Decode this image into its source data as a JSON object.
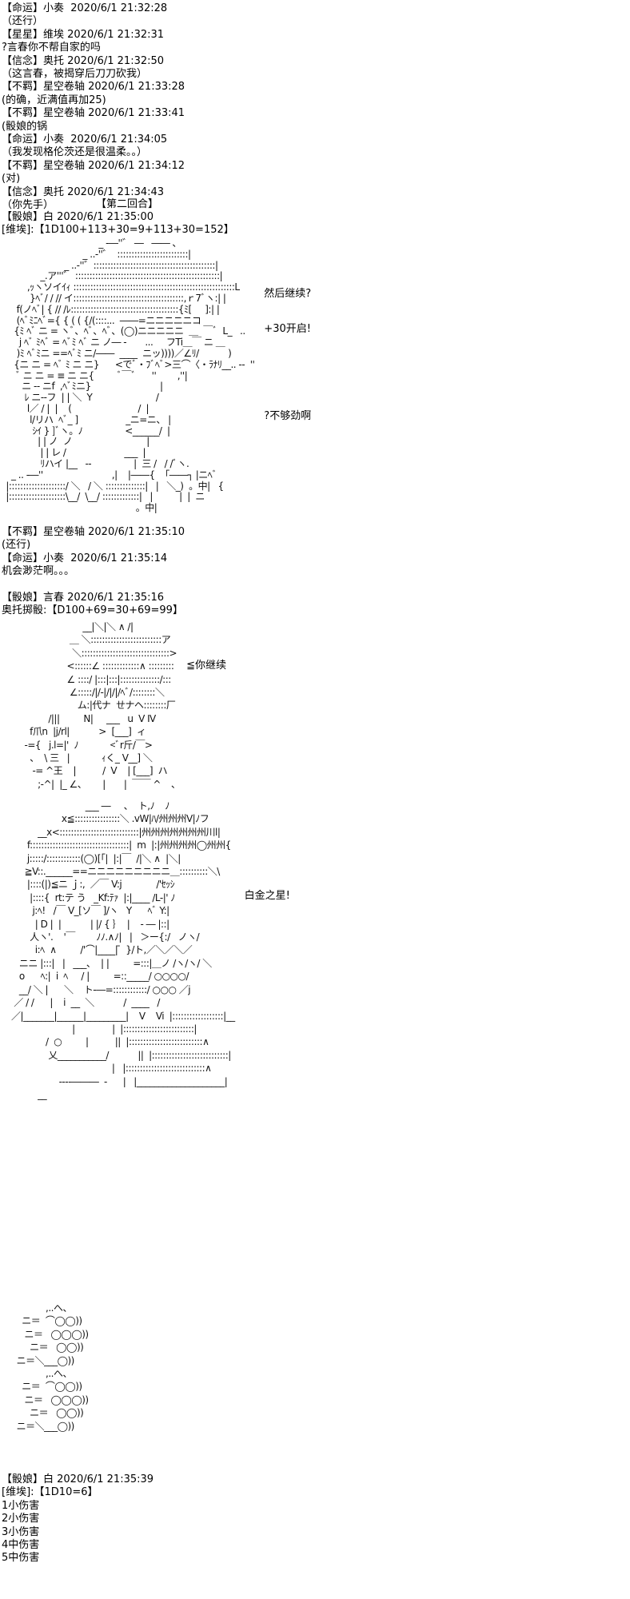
{
  "chat1": [
    "【命运】小奏  2020/6/1 21:32:28",
    "（还行）",
    "【星星】维埃 2020/6/1 21:32:31",
    "?言春你不帮自家的吗",
    "【信念】奥托 2020/6/1 21:32:50",
    "（这言春，被揭穿后刀刀砍我）",
    "【不羁】星空卷轴 2020/6/1 21:33:28",
    "(的确，近满值再加25)",
    "【不羁】星空卷轴 2020/6/1 21:33:41",
    "(骰娘的锅",
    "【命运】小奏  2020/6/1 21:34:05",
    "（我发现格伦茨还是很温柔。。）",
    "【不羁】星空卷轴 2020/6/1 21:34:12",
    "(对)",
    "【信念】奥托 2020/6/1 21:34:43",
    "（你先手）"
  ],
  "round_title": "【第二回合】",
  "roll1": [
    "【骰娘】白 2020/6/1 21:35:00",
    "[维埃]:【1D100+113+30=9+113+30=152】"
  ],
  "art1": {
    "lines": [
      "                                    _ -―''゛ ―   ―― ､",
      "                              _ ..-''゛  :::::::::::::::::::::::::|",
      "                       _ ..-''゛:::::::::::::::::::::::::::::::::::::::::::|",
      "              _.ア'''゛ :::::::::::::::::::::::::::::::::::::::::::::::::::|",
      "         ,ｯヽソイｲｨ :::::::::::::::::::::::::::::::::::::::::::::::::::::::::L",
      "          }ﾍﾞ/ / // イ:::::::::::::::::::::::::::::::::::::::,ｒ7ﾞヽ:| |",
      "     f(ノﾍﾞ| { // /ﾚ::::::::::::::::::::::::::::::::::::::{ﾐ[     ]:| |",
      "     (ﾍﾞﾐﾆﾍﾞ={ { ( ( {/(::::...  ――=ニニニニニコ",
      "    {ﾐ ﾍﾞ ニ = ヽﾞ、ﾍﾞ、ﾍﾞ、(◯)ニニニニニ  ＿  ￣ﾞ  L_   ..",
      "      j ﾍﾞ ﾐﾍﾞ = ﾍﾞﾐ ﾍﾞ ニ ノ― -       ...     フTi＿￣ ニ ＿",
      "     )ﾐ ﾍﾞﾐニ ==ﾍﾞﾐ ニ/――  ____  ニッ))))／∠ﾘ/           )",
      "    {ニ ニ = ﾍﾞ ﾐ ニ ニ}      <でﾞ・ﾌﾞﾍﾞ>三⌒〈・ﾗﾅﾘ__.. --  ''",
      "     ﾞ ニ ニ = ≡ ニ ニ{         ﾞ￣ﾞ      ''        ,''|",
      "       ニ -- ニf  ,ﾍﾞﾐニ}                          |",
      "        ﾚ ニ--フ  | | ＼  Y                        /",
      "         l／ / |  |    (                         /  |",
      "          l/リハ  ﾍﾞ_ ]                  _ニ=ニ、 |",
      "           ｼｲ } ]ﾞヽ。ﾉ                <______/  |",
      "             | | ノ  ノ                            |",
      "              | | レ /                      ___  |",
      "              ﾘハイ |__   --                |  三 /   / /ﾞヽ.",
      "   _ .. -―''                          ,|    |――{  「――┐ |ニﾍﾞ",
      " |::::::::::::::::::::/ ＼   / ＼ ::::::::::::::|   |   ＼_)  。中|   {",
      " |::::::::::::::::::::\\__/  \\__/ :::::::::::::|   |          |  |  ニ",
      "                                                  。中|"
    ],
    "speech": [
      "然后继续?",
      "+30开启!",
      "?不够劲啊"
    ]
  },
  "chat2": [
    "【不羁】星空卷轴 2020/6/1 21:35:10",
    "(还行)",
    "【命运】小奏  2020/6/1 21:35:14",
    "机会渺茫啊。。。"
  ],
  "roll2": [
    "【骰娘】言春 2020/6/1 21:35:16",
    "奥托掷骰:【D100+69=30+69=99】"
  ],
  "art2": {
    "lines": [
      "                              __|＼|＼ ∧ /|",
      "                         ＿ ＼:::::::::::::::::::::::::ア",
      "                          ＼:::::::::::::::::::::::::::::::>",
      "                        <::::::∠ :::::::::::::∧ :::::::::",
      "                        ∠ ::::/ |:::|:::|::::::::::::::/:::",
      "                         ∠:::::/|/-|/|/|/ﾍﾞ/::::::::＼",
      "                            ム:|代ナ  ㄝナヘ::::::::厂",
      "                 /|||         N|     ___   u  V Ⅳ",
      "          f爪n  |j/rl|           >  [___]  ィ",
      "        -={   j.l=|'  ﾉ            <ﾞr斤/￣>",
      "          、  \\ 三   |            ｨく_ V__] ＼",
      "           -= ^王    |          /  V    | [___]  ハ",
      "             ;-^|  |_ ∠、      |       |  ￣￣ ^    ､"
    ],
    "speech": "≦你继续"
  },
  "art3": {
    "lines": [
      "                               ___ ―     、  ト,ﾉ    ﾉ",
      "                      x≦::::::::::::::::＼ .vW|ﾊ/州州州V|ﾉフ",
      "             __x<::::::::::::::::::::::::::::|州州州州州州州川l|",
      "         f:::::::::::::::::::::::::::::::::::|  m  |:|州州州州◯州州{",
      "         j:::::/::::::::::::(◯)[「|  |:|￣  /|＼ ∧  |＼|",
      "        ≧V::.______==ニニニニニニニニニ＿::::::::::＼\\ ",
      "         |::::(|)≦ニ ｊ:,  ／￣ V:j             /'ｾｯｼ",
      "          |::::{  rt:テ う   _Kf:ﾃｧ  |:|____ /L-|' ﾉ",
      "           j:ﾍ!   /￣ V_[ソ￣ ]/ヽ   Y      ﾍﾞ Y:|",
      "            | D |  |           | |/ { ｝  |    - ― |::|",
      "          人ヽ'.    '￣        ﾉﾉ.∧ﾉ|   |   ＞ー{:/   ノヽ/",
      "            i:ﾍ  ∧         /'⌒|____| ̄  }/ト,／＼／＼／",
      "      ニニ |:::|   |   ___、  | |         =:::|＿ノ /ヽ/ヽ/ ＼",
      "      o      ﾍ:|  i  ﾍ     / |         =::_____/ ○○○○/",
      "      __/ ＼ |      ＼    ト-―=::::::::::::/ ○○○ ／j",
      "    ／ / /      |    i  __  ＼           /  ____   /",
      "   ／|_______|______|_________|    V    Vi  |::::::::::::::::::|__",
      "                          |              |  |:::::::::::::::::::::::::|",
      "                /  ○         |          ||  |::::::::::::::::::::::::::∧",
      "                 乂___________/           ||  |:::::::::::::::::::::::::::|",
      "                                         |   |::::::::::::::::::::::::::::∧",
      "                     ----―――  -      |   |____________________|",
      "             __"
    ],
    "speech": "白金之星!",
    "fists": [
      "                ,..へ、",
      "       ニ＝  ⌒◯◯))",
      "        ニ＝   ◯◯◯))",
      "          ニ＝   ◯◯))",
      "     ニ＝＼___◯))",
      "                ,..へ、",
      "       ニ＝  ⌒◯◯))",
      "        ニ＝   ◯◯◯))",
      "          ニ＝   ◯◯))",
      "     ニ＝＼___◯))"
    ]
  },
  "roll3": [
    "【骰娘】白 2020/6/1 21:35:39",
    "[维埃]:【1D10=6】",
    "1小伤害",
    "2小伤害",
    "3小伤害",
    "4中伤害",
    "5中伤害"
  ]
}
